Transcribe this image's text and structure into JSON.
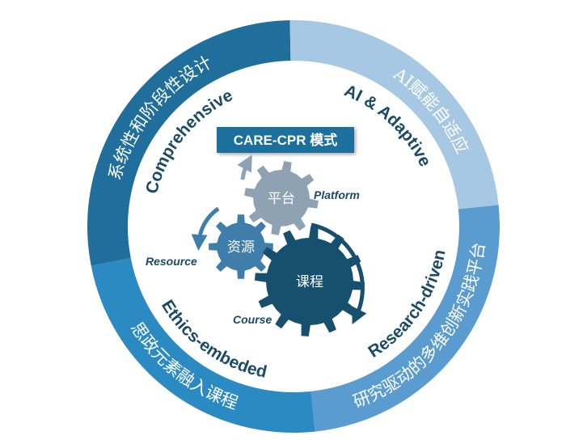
{
  "title": "CARE-CPR 模式",
  "outer_ring": [
    {
      "text": "系统性和阶段性设计",
      "color": "#1f6e9c"
    },
    {
      "text": "AI赋能自适应",
      "color": "#a7c8e3"
    },
    {
      "text": "研究驱动的多维创新实践平台",
      "color": "#5a9ccf"
    },
    {
      "text": "思政元素融入课程",
      "color": "#2c8ac3"
    }
  ],
  "inner_ring": [
    "Comprehensive",
    "AI & Adaptive",
    "Research-driven",
    "Ethics-embeded"
  ],
  "gears": [
    {
      "cn": "平台",
      "en": "Platform",
      "color": "#8fa2b3"
    },
    {
      "cn": "资源",
      "en": "Resource",
      "color": "#3f7dab"
    },
    {
      "cn": "课程",
      "en": "Course",
      "color": "#17506f"
    }
  ]
}
